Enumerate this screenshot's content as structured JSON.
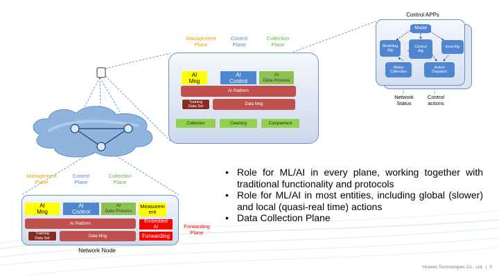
{
  "colors": {
    "management": "#f5a100",
    "control": "#4f86cf",
    "collection": "#70ad47",
    "forwarding": "#ff0000",
    "platform_red": "#c0504d"
  },
  "top_node": {
    "plane_labels": {
      "management": "Management\nPlane",
      "control": "Control\nPlane",
      "collection": "Collection\nPlane"
    },
    "ai_mng": "AI\nMng",
    "ai_control": "AI\nControl",
    "ai_data_process": "AI\nData Process",
    "ai_platform": "AI Platform",
    "training_data_set": "Training\nData Set",
    "data_mng": "Data Mng",
    "collection": "Collection",
    "cleaning": "Cleaning",
    "complement": "Complement"
  },
  "bottom_node": {
    "plane_labels": {
      "management": "Management\nPlane",
      "control": "Control\nPlane",
      "collection": "Collection\nPlane",
      "forwarding": "Forwarding\nPlane"
    },
    "ai_mng": "AI\nMng",
    "ai_control": "AI\nControl",
    "ai_data_process": "AI\nData Process",
    "measurement": "Measurem\nent",
    "ai_platform": "AI Platform",
    "embedded_ai": "Embedded\nAI",
    "training_data_set": "Training\nData Set",
    "data_mng": "Data Mng",
    "forwarding": "Forwarding",
    "caption": "Network  Node"
  },
  "control_apps": {
    "title": "Control APPs",
    "model": "Model",
    "modeling_alg": "Modeling\nAlg",
    "control_alg": "Control\nAlg",
    "eval_alg": "Eval Alg",
    "status_collection": "Status\nCollection",
    "action_dispatch": "Action\nDispatch",
    "network_status": "Network\nStatus",
    "control_actions": "Control\nactions"
  },
  "bullets": [
    "Role for ML/AI in every plane, working together with traditional functionality and protocols",
    "Role for ML/AI in most entities, including global (slower)  and local (quasi-real time) actions",
    "Data Collection Plane"
  ],
  "bullet_symbol": "•",
  "footer": {
    "company": "Huawei Technologies Co., Ltd.",
    "separator": "|",
    "page": "9"
  }
}
